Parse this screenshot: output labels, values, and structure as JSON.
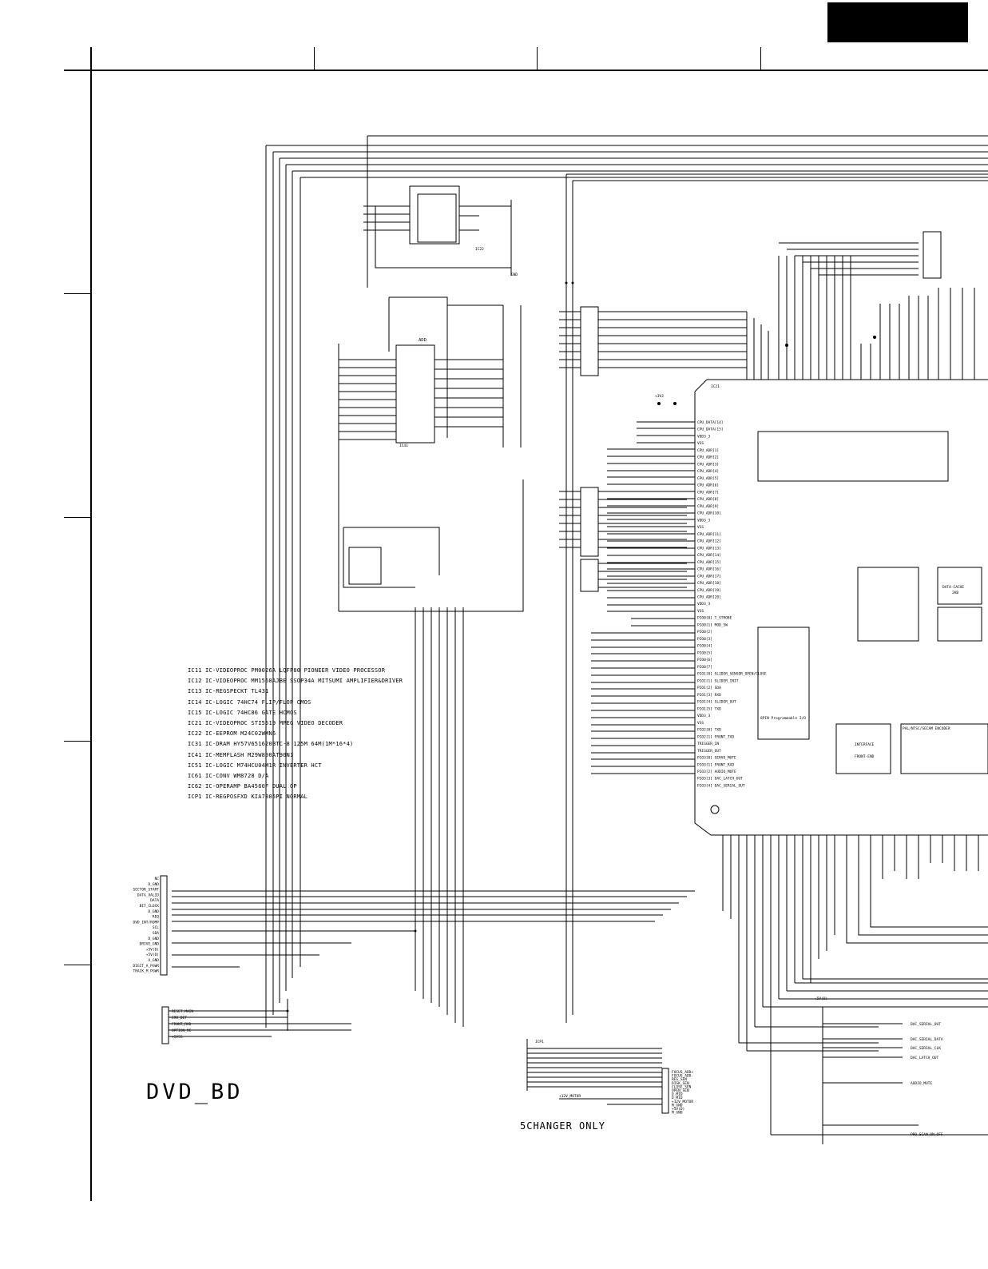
{
  "board": {
    "title": "DVD_BD",
    "changer_note": "5CHANGER ONLY"
  },
  "ic_list": [
    {
      "ref": "IC11",
      "desc": "IC-VIDEOPROC PM0026A LQFP80 PIONEER VIDEO PROCESSOR"
    },
    {
      "ref": "IC12",
      "desc": "IC-VIDEOPROC MM1568AJBE SSOP34A MITSUMI AMPLIFIER&DRIVER"
    },
    {
      "ref": "IC13",
      "desc": "IC-REGSPECKT TL431"
    },
    {
      "ref": "IC14",
      "desc": "IC-LOGIC 74HC74 FLIP/FLOP CMOS"
    },
    {
      "ref": "IC15",
      "desc": "IC-LOGIC 74HC86 GATE HCMOS"
    },
    {
      "ref": "IC21",
      "desc": "IC-VIDEOPROC STI5519 MPEG VIDEO DECODER"
    },
    {
      "ref": "IC22",
      "desc": "IC-EEPROM M24C02WMN6"
    },
    {
      "ref": "IC31",
      "desc": "IC-DRAM HY57V651620BTC-8 125M 64M(1M*16*4)"
    },
    {
      "ref": "IC41",
      "desc": "IC-MEMFLASH M29W800AT90N1"
    },
    {
      "ref": "IC51",
      "desc": "IC-LOGIC M74HCU04M1R INVERTER HCT"
    },
    {
      "ref": "IC61",
      "desc": "IC-CONV WM8728 D/A"
    },
    {
      "ref": "IC62",
      "desc": "IC-OPERAMP BA4560F DUAL OP"
    },
    {
      "ref": "ICP1",
      "desc": "IC-REGPOSFXD KIA7805PI NORMAL"
    }
  ],
  "main_ic_blocks": {
    "programmable_io": "8PIN Programmable I/O",
    "interface": "INTERFACE",
    "interface_sub": "FRONT-END",
    "pal_ntsc": "PAL/NTSC/SECAM ENCODER",
    "data_cache": "DATA-CACHE",
    "data_cache_sub": "2KB"
  },
  "flash_chip": {
    "title": "ADD"
  },
  "left_connector_pins": [
    "NC",
    "D_GND",
    "SECTOR_START",
    "DATA_VALID",
    "DATA",
    "BIT_CLOCK",
    "D_GND",
    "REQ",
    "DVD_INT/ROMP",
    "SCL",
    "SDA",
    "D_GND",
    "DRIVE_GND",
    "+5V(D)",
    "+5V(D)",
    "A_GND",
    "DIGIT_A_PGWR",
    "TRACK_M_PGWR"
  ],
  "bottom_connector_pins": [
    "RESET_MAIN",
    "ERR_DET",
    "FRONT_RXD",
    "OPTION_MC",
    "+5VSS"
  ],
  "cpu_pins": [
    "CPU_DATA[14]",
    "CPU_DATA[15]",
    "VDD3_3",
    "VSS",
    "CPU_ADR[1]",
    "CPU_ADR[2]",
    "CPU_ADR[3]",
    "CPU_ADR[4]",
    "CPU_ADR[5]",
    "CPU_ADR[6]",
    "CPU_ADR[7]",
    "CPU_ADR[8]",
    "CPU_ADR[9]",
    "CPU_ADR[10]",
    "VDD3_3",
    "VSS",
    "CPU_ADR[11]",
    "CPU_ADR[12]",
    "CPU_ADR[13]",
    "CPU_ADR[14]",
    "CPU_ADR[15]",
    "CPU_ADR[16]",
    "CPU_ADR[17]",
    "CPU_ADR[18]",
    "CPU_ADR[19]",
    "CPU_ADR[20]",
    "VDD3_3",
    "VSS",
    "PIO0[0] T_STROBE",
    "PIO0[1] MOD_SW",
    "PIO0[2]",
    "PIO0[3]",
    "PIO0[4]",
    "PIO0[5]",
    "PIO0[6]",
    "PIO0[7]",
    "PIO1[0] SLIDER_SENSOR_OPEN/CLOSE",
    "PIO1[1] SLIDER_INIT",
    "PIO1[2] SDA",
    "PIO1[3] RXD",
    "PIO1[4] SLIDER_OUT",
    "PIO1[5] TXD",
    "VDD3_3",
    "VSS",
    "PIO2[0] TXD",
    "PIO2[1] FRONT_TXD",
    "TRIGGER_IN",
    "TRIGGER_OUT",
    "PIO3[0] SERVO_MUTE",
    "PIO3[1] FRONT_RXD",
    "PIO3[2] AUDIO_MUTE",
    "PIO3[3] DAC_LATCH_OUT",
    "PIO3[4] DAC_SERIAL_OUT"
  ],
  "right_outputs": [
    "DAC_SERIAL_OUT",
    "DAC_SERIAL_DATA",
    "DAC_SERIAL_CLK",
    "DAC_LATCH_OUT",
    "AUDIO_MUTE",
    "PRO_SCAN_ON_OFF"
  ],
  "changer_connector_pins": [
    "FOCUS_ADD+",
    "FOCUS_ADD-",
    "REG_SEN",
    "DISK_SEN",
    "CLOSE_SEN",
    "OPEN_SEN",
    "D_MID",
    "D_MID",
    "+12V_MOTOR",
    "M_GND",
    "+5V(D)",
    "M_GND"
  ],
  "power_labels": {
    "v33": "+3V3",
    "v5": "+5V(D)",
    "v12": "+12V_MOTOR",
    "gnd": "GND"
  },
  "part_labels": {
    "flash_ref": "IC41",
    "eeprom_ref": "IC22",
    "mpeg_ref": "IC21",
    "reg_ref": "ICP1"
  }
}
